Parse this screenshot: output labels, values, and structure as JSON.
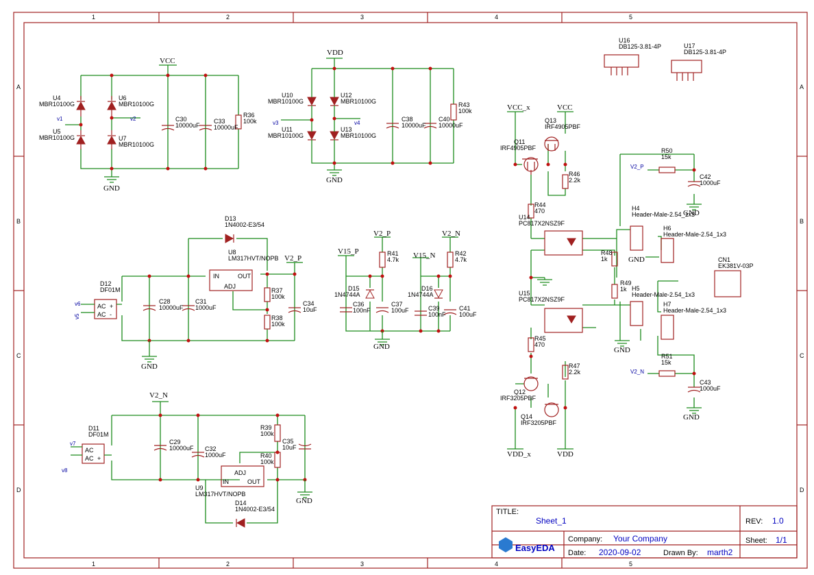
{
  "frame": {
    "columns": [
      "1",
      "2",
      "3",
      "4",
      "5"
    ],
    "rows": [
      "A",
      "B",
      "C",
      "D"
    ]
  },
  "nets": {
    "vcc": "VCC",
    "vdd": "VDD",
    "gnd": "GND",
    "v2p": "V2_P",
    "v2n": "V2_N",
    "v15p": "V15_P",
    "v15n": "V15_N",
    "vccx": "VCC_x",
    "vddx": "VDD_x",
    "v1": "v1",
    "v2": "v2",
    "v3": "v3",
    "v4": "v4",
    "v5": "v5",
    "v6": "v6",
    "v7": "v7",
    "v8": "v8"
  },
  "components": {
    "U4": [
      "U4",
      "MBR10100G"
    ],
    "U5": [
      "U5",
      "MBR10100G"
    ],
    "U6": [
      "U6",
      "MBR10100G"
    ],
    "U7": [
      "U7",
      "MBR10100G"
    ],
    "C30": [
      "C30",
      "10000uF"
    ],
    "C33": [
      "C33",
      "10000uF"
    ],
    "R36": [
      "R36",
      "100k"
    ],
    "U10": [
      "U10",
      "MBR10100G"
    ],
    "U11": [
      "U11",
      "MBR10100G"
    ],
    "U12": [
      "U12",
      "MBR10100G"
    ],
    "U13": [
      "U13",
      "MBR10100G"
    ],
    "C38": [
      "C38",
      "10000uF"
    ],
    "C40": [
      "C40",
      "10000uF"
    ],
    "R43": [
      "R43",
      "100k"
    ],
    "D13": [
      "D13",
      "1N4002-E3/54"
    ],
    "U8": [
      "U8",
      "LM317HVT/NOPB"
    ],
    "D12": [
      "D12",
      "DF01M"
    ],
    "C28": [
      "C28",
      "10000uF"
    ],
    "C31": [
      "C31",
      "1000uF"
    ],
    "R37": [
      "R37",
      "100k"
    ],
    "R38": [
      "R38",
      "100k"
    ],
    "C34": [
      "C34",
      "10uF"
    ],
    "R41": [
      "R41",
      "4.7k"
    ],
    "D15": [
      "D15",
      "1N4744A"
    ],
    "C36": [
      "C36",
      "100nF"
    ],
    "C37": [
      "C37",
      "100uF"
    ],
    "R42": [
      "R42",
      "4.7k"
    ],
    "D16": [
      "D16",
      "1N4744A"
    ],
    "C39": [
      "C39",
      "100nF"
    ],
    "C41": [
      "C41",
      "100uF"
    ],
    "D11": [
      "D11",
      "DF01M"
    ],
    "C29": [
      "C29",
      "10000uF"
    ],
    "C32": [
      "C32",
      "1000uF"
    ],
    "R39": [
      "R39",
      "100k"
    ],
    "R40": [
      "R40",
      "100k"
    ],
    "C35": [
      "C35",
      "10uF"
    ],
    "U9": [
      "U9",
      "LM317HVT/NOPB"
    ],
    "D14": [
      "D14",
      "1N4002-E3/54"
    ],
    "U16": [
      "U16",
      "DB125-3.81-4P"
    ],
    "U17": [
      "U17",
      "DB125-3.81-4P"
    ],
    "Q11": [
      "Q11",
      "IRF4905PBF"
    ],
    "Q13": [
      "Q13",
      "IRF4905PBF"
    ],
    "R46": [
      "R46",
      "2.2k"
    ],
    "R44": [
      "R44",
      "470"
    ],
    "U14": [
      "U14",
      "PC817X2NSZ9F"
    ],
    "R48": [
      "R48",
      "1k"
    ],
    "R49": [
      "R49",
      "1k"
    ],
    "U15": [
      "U15",
      "PC817X2NSZ9F"
    ],
    "R45": [
      "R45",
      "470"
    ],
    "R47": [
      "R47",
      "2.2k"
    ],
    "Q12": [
      "Q12",
      "IRF3205PBF"
    ],
    "Q14": [
      "Q14",
      "IRF3205PBF"
    ],
    "R50": [
      "R50",
      "15k"
    ],
    "C42": [
      "C42",
      "1000uF"
    ],
    "R51": [
      "R51",
      "15k"
    ],
    "C43": [
      "C43",
      "1000uF"
    ],
    "H4": [
      "H4",
      "Header-Male-2.54_1x3"
    ],
    "H5": [
      "H5",
      "Header-Male-2.54_1x3"
    ],
    "H6": [
      "H6",
      "Header-Male-2.54_1x3"
    ],
    "H7": [
      "H7",
      "Header-Male-2.54_1x3"
    ],
    "CN1": [
      "CN1",
      "EK381V-03P"
    ]
  },
  "regulator_pins": {
    "in": "IN",
    "out": "OUT",
    "adj": "ADJ"
  },
  "bridge_pins": {
    "ac1": "AC",
    "ac2": "AC",
    "plus": "+",
    "minus": "-"
  },
  "title_block": {
    "title_label": "TITLE:",
    "title": "Sheet_1",
    "rev_label": "REV:",
    "rev": "1.0",
    "company_label": "Company:",
    "company": "Your Company",
    "sheet_label": "Sheet:",
    "sheet": "1/1",
    "date_label": "Date:",
    "date": "2020-09-02",
    "drawn_label": "Drawn By:",
    "drawn": "marth2",
    "logo": "EasyEDA"
  },
  "colors": {
    "wire": "#1a8a1a",
    "component": "#a02020",
    "frame": "#a02020",
    "value_text": "#0000c0"
  }
}
